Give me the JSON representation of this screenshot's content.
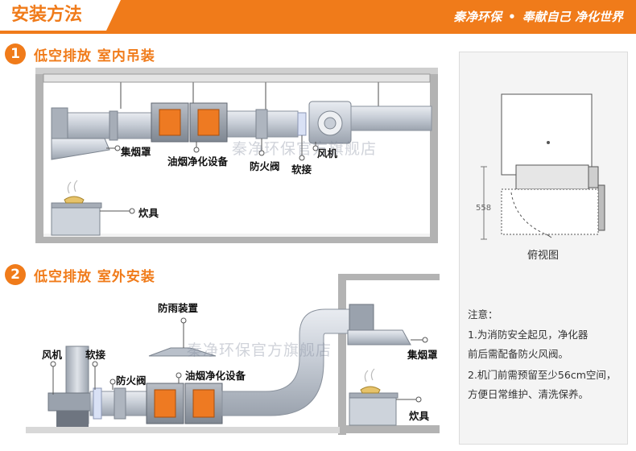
{
  "header": {
    "title": "安装方法",
    "slogan_a": "秦净环保",
    "slogan_dot": "•",
    "slogan_b": "奉献自己 净化世界"
  },
  "section1": {
    "number": "1",
    "title": "低空排放 室内吊装",
    "labels": {
      "hood": "集烟罩",
      "purifier": "油烟净化设备",
      "fire_damper": "防火阀",
      "soft_joint": "软接",
      "fan": "风机",
      "stove": "炊具"
    }
  },
  "section2": {
    "number": "2",
    "title": "低空排放 室外安装",
    "labels": {
      "rain_cap": "防雨装置",
      "fan": "风机",
      "soft_joint": "软接",
      "fire_damper": "防火阀",
      "purifier": "油烟净化设备",
      "hood": "集烟罩",
      "stove": "炊具"
    }
  },
  "side_panel": {
    "dimension": "558",
    "view_caption": "俯视图",
    "note_title": "注意：",
    "note_lines": [
      "1.为消防安全起见，净化器",
      "前后需配备防火风阀。",
      "2.机门前需预留至少56cm空间，",
      "方便日常维护、清洗保养。"
    ]
  },
  "watermark": {
    "text1": "秦净环保官方旗舰店",
    "text2": "秦净环保官方旗舰店"
  },
  "colors": {
    "brand": "#f07b1a",
    "duct": "#c9ced6",
    "wall": "#b0b0b0",
    "panel_orange": "#ee7a22"
  }
}
